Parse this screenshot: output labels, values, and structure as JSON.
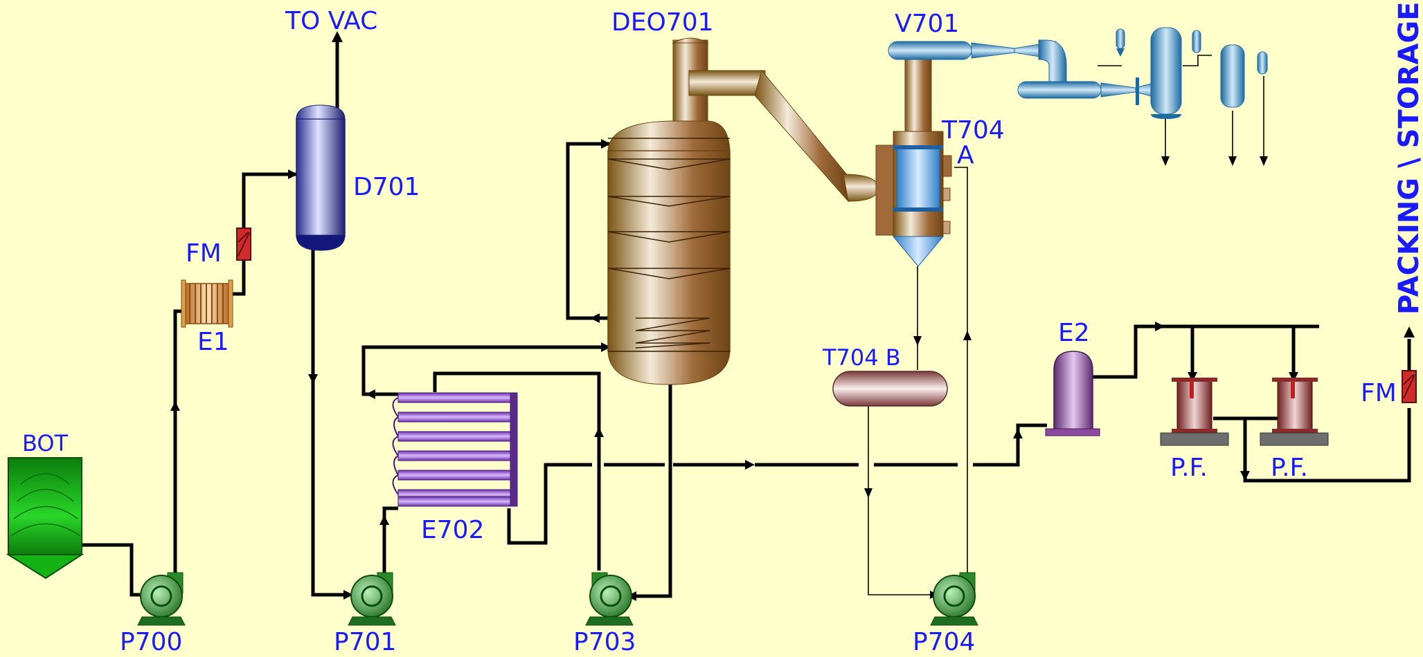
{
  "labels": {
    "to_vac": "TO VAC",
    "deo701": "DEO701",
    "v701": "V701",
    "t704a_1": "T704",
    "t704a_2": "A",
    "d701": "D701",
    "fm1": "FM",
    "e1": "E1",
    "bot": "BOT",
    "p700": "P700",
    "p701": "P701",
    "p703": "P703",
    "p704": "P704",
    "e702": "E702",
    "t704b": "T704 B",
    "e2": "E2",
    "pf1": "P.F.",
    "pf2": "P.F.",
    "fm2": "FM",
    "packing": "PACKING \\ STORAGE"
  },
  "colors": {
    "background": "#ffffcc",
    "label": "#1a1aff",
    "pipe": "#000000",
    "pump": "#2e8b2e",
    "vessel_blue": "#2b2f9a",
    "deodorizer_brown": "#8b5a1c",
    "exchanger_purple": "#7a3fb0",
    "filter_red": "#8b2a2a",
    "bin_green": "#0fa80f",
    "ejector_blue": "#1f7fb5"
  }
}
